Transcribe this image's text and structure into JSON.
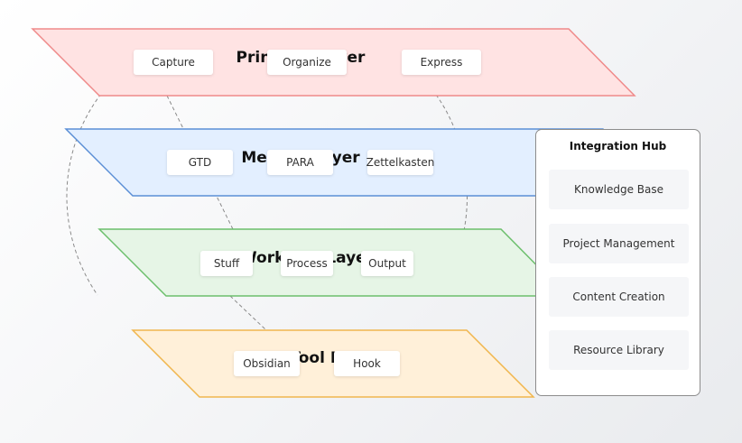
{
  "layers": [
    {
      "key": "principle",
      "title": "Principle Layer",
      "fill": "#ffe3e3",
      "stroke": "#ef8a8a",
      "items": [
        "Capture",
        "Organize",
        "Express"
      ]
    },
    {
      "key": "method",
      "title": "Method Layer",
      "fill": "#e3efff",
      "stroke": "#5b8fd6",
      "items": [
        "GTD",
        "PARA",
        "Zettelkasten"
      ]
    },
    {
      "key": "workflow",
      "title": "Workflow Layer",
      "fill": "#e6f5e6",
      "stroke": "#6cbf6c",
      "items": [
        "Stuff",
        "Process",
        "Output"
      ]
    },
    {
      "key": "tool",
      "title": "Tool Layer",
      "fill": "#fff0d9",
      "stroke": "#f0b64e",
      "items": [
        "Obsidian",
        "Hook"
      ]
    }
  ],
  "hub": {
    "title": "Integration Hub",
    "items": [
      "Knowledge Base",
      "Project Management",
      "Content Creation",
      "Resource Library"
    ]
  },
  "connector_color": "#8a8a8a"
}
